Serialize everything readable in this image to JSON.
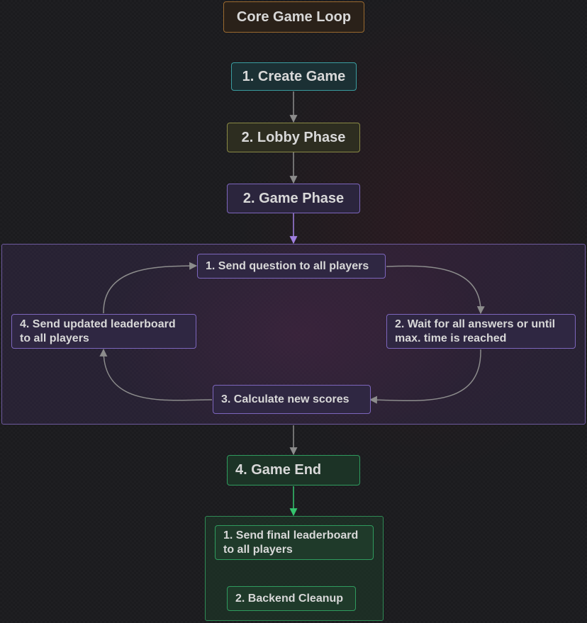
{
  "diagram": {
    "title": "Core Game Loop",
    "phases": {
      "create": "1. Create Game",
      "lobby": "2. Lobby Phase",
      "game": "2. Game Phase",
      "end": "4. Game End"
    },
    "game_loop": {
      "step1": "1. Send question to all players",
      "step2_line1": "2. Wait for all answers or until",
      "step2_line2": "max. time is reached",
      "step3": "3. Calculate new scores",
      "step4_line1": "4. Send updated leaderboard",
      "step4_line2": "to all players"
    },
    "end_steps": {
      "step1_line1": "1. Send final leaderboard",
      "step1_line2": "to all players",
      "step2": "2. Backend Cleanup"
    },
    "colors": {
      "background": "#1b1b1e",
      "arrow_default": "#8c8c8c",
      "arrow_game_phase": "#a07fe0",
      "arrow_game_end": "#35c46e",
      "title_border": "#9a6a2f",
      "create_border": "#3a9da0",
      "lobby_border": "#8a8a45",
      "game_border": "#7d66bd",
      "end_border": "#2f9b5e"
    }
  }
}
